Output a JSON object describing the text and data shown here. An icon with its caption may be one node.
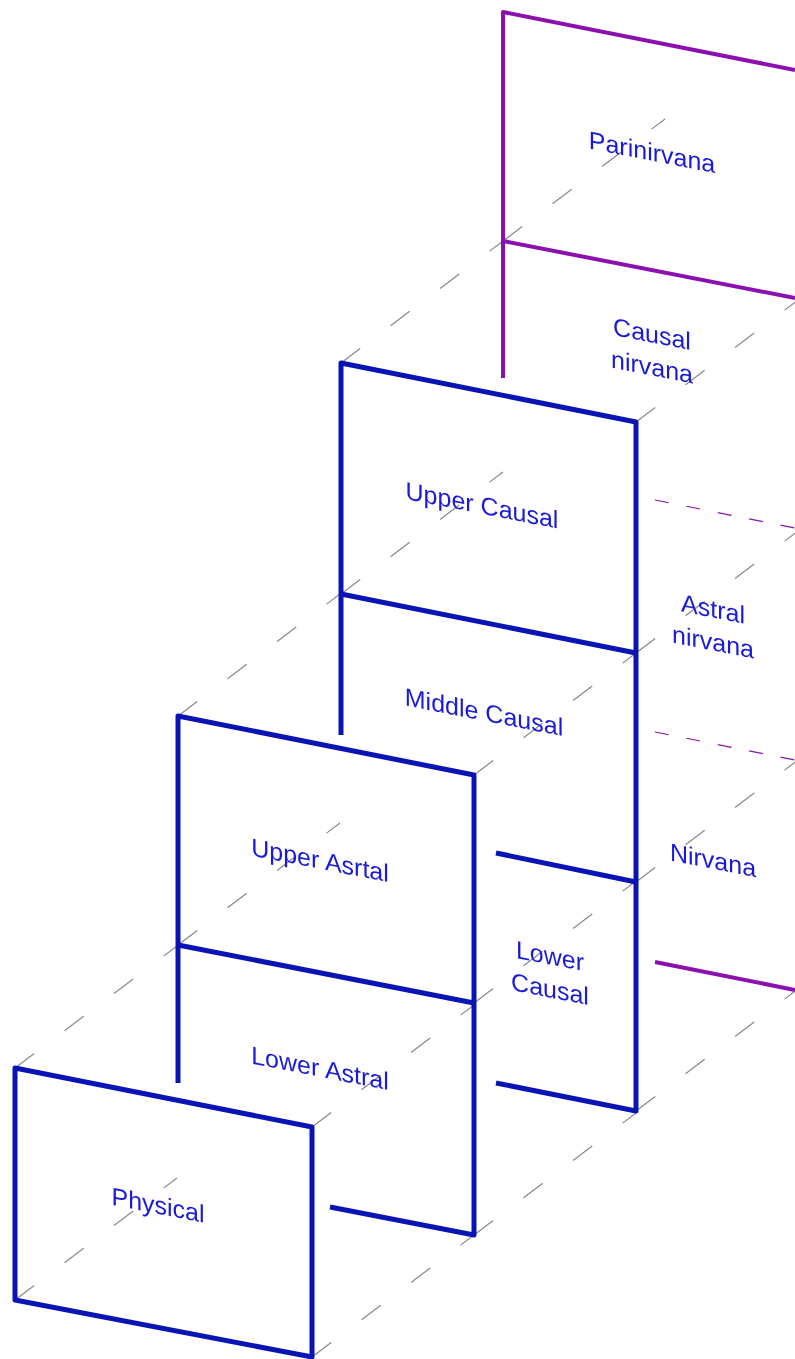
{
  "diagram": {
    "nodes": [
      {
        "text": [
          "Parinirvana"
        ]
      },
      {
        "text": [
          "Causal nirvana"
        ]
      },
      {
        "text": [
          "Astral nirvana"
        ]
      },
      {
        "text": [
          "Nirvana"
        ]
      },
      {
        "text": [
          "Upper Causal"
        ]
      },
      {
        "text": [
          "Middle Causal"
        ]
      },
      {
        "text": [
          "Lower Causal"
        ]
      },
      {
        "text": [
          "Upper Asrtal"
        ]
      },
      {
        "text": [
          "Lower Astral"
        ]
      },
      {
        "text": [
          "Physical"
        ]
      }
    ]
  }
}
